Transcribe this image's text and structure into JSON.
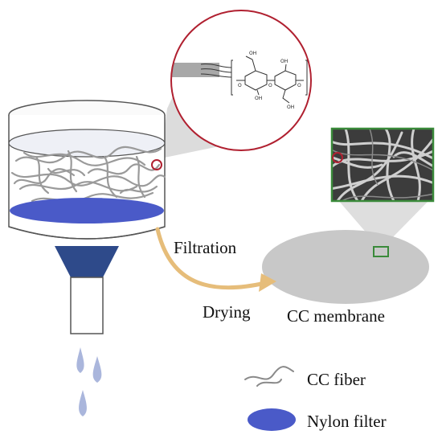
{
  "labels": {
    "filtration": "Filtration",
    "drying": "Drying",
    "membrane": "CC membrane",
    "fiber": "CC fiber",
    "nylon": "Nylon filter"
  },
  "colors": {
    "fiber": "#9a9a9a",
    "nylon_filter": "#4a5ac8",
    "funnel_neck": "#2e4a8a",
    "droplet": "#aab6dc",
    "membrane": "#c8c8c8",
    "arrow": "#e6bd7a",
    "zoom_circle_border": "#b02030",
    "sem_border": "#3a8a3a",
    "zoom_cone": "#d4d4d4"
  },
  "icons": {
    "fiber_legend": "curly-fiber-icon",
    "filter_legend": "blue-ellipse-icon"
  }
}
